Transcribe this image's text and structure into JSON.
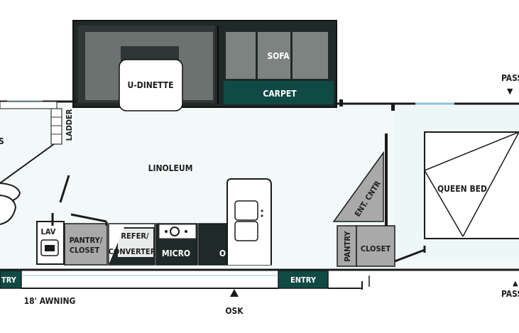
{
  "labels": {
    "u_dinette": "U-DINETTE",
    "sofa": "SOFA",
    "carpet": "CARPET",
    "pass_top": "PASS",
    "pass_bottom": "PASS",
    "ladder": "LADDER",
    "left_edge_letter": "S",
    "linoleum": "LINOLEUM",
    "queen_bed": "QUEEN BED",
    "ent_cntr": "ENT. CNTR",
    "lav": "LAV",
    "pantry_closet_line1": "PANTRY/",
    "pantry_closet_line2": "CLOSET",
    "refer_line1": "REFER/",
    "refer_line2": "CONVERTER",
    "micro": "MICRO",
    "ohc": "OHC",
    "pantry_vertical": "PANTRY",
    "closet": "CLOSET",
    "entry_left": "TRY",
    "entry_right": "ENTRY",
    "awning": "18' AWNING",
    "osk": "OSK"
  },
  "colors": {
    "wall": "#1a1a1a",
    "dark_fill": "#1f2a28",
    "teal_fill": "#0f4a44",
    "gray_fill": "#a9a9a9",
    "sofa_cushion": "#7d8381",
    "window_line": "#8ec2d6",
    "floor_tint": "#f2f8f8"
  }
}
